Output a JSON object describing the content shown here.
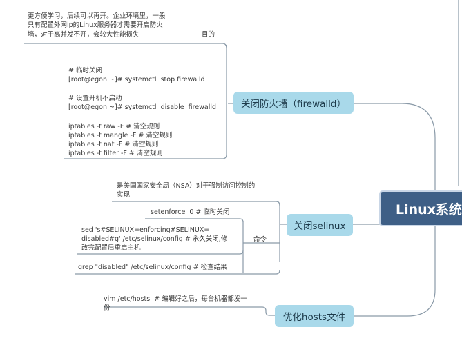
{
  "root": {
    "label": "Linux系统"
  },
  "firewall": {
    "label": "关闭防火墙（firewalld）",
    "note": [
      "更方便学习，后续可以再开。企业环境里，一般",
      "只有配置外网ip的Linux服务器才需要开启防火",
      "墙，对于高并发不开，会较大性能损失",
      "目的"
    ],
    "commands": [
      "# 临时关闭",
      "[root@egon ~]# systemctl  stop firewalld",
      "",
      "# 设置开机不启动",
      "[root@egon ~]# systemctl  disable  firewalld",
      "",
      "iptables -t raw -F # 清空规则",
      "iptables -t mangle -F # 清空规则",
      "iptables -t nat -F # 清空规则",
      "iptables -t filter -F # 清空规则"
    ]
  },
  "selinux": {
    "label": "关闭selinux",
    "desc": [
      "是美国国家安全局（NSA）对于强制访问控制的",
      "实现"
    ],
    "cmd_group_label": "命令",
    "setenforce": "setenforce  0 # 临时关闭",
    "sed": [
      "sed 's#SELINUX=enforcing#SELINUX=",
      "disabled#g' /etc/selinux/config # 永久关闭,修",
      "改完配置后重启主机"
    ],
    "grep": "grep \"disabled\" /etc/selinux/config # 检查结果"
  },
  "hosts": {
    "label": "优化hosts文件",
    "note": [
      "vim /etc/hosts  # 编辑好之后，每台机器都发一",
      "份"
    ]
  }
}
